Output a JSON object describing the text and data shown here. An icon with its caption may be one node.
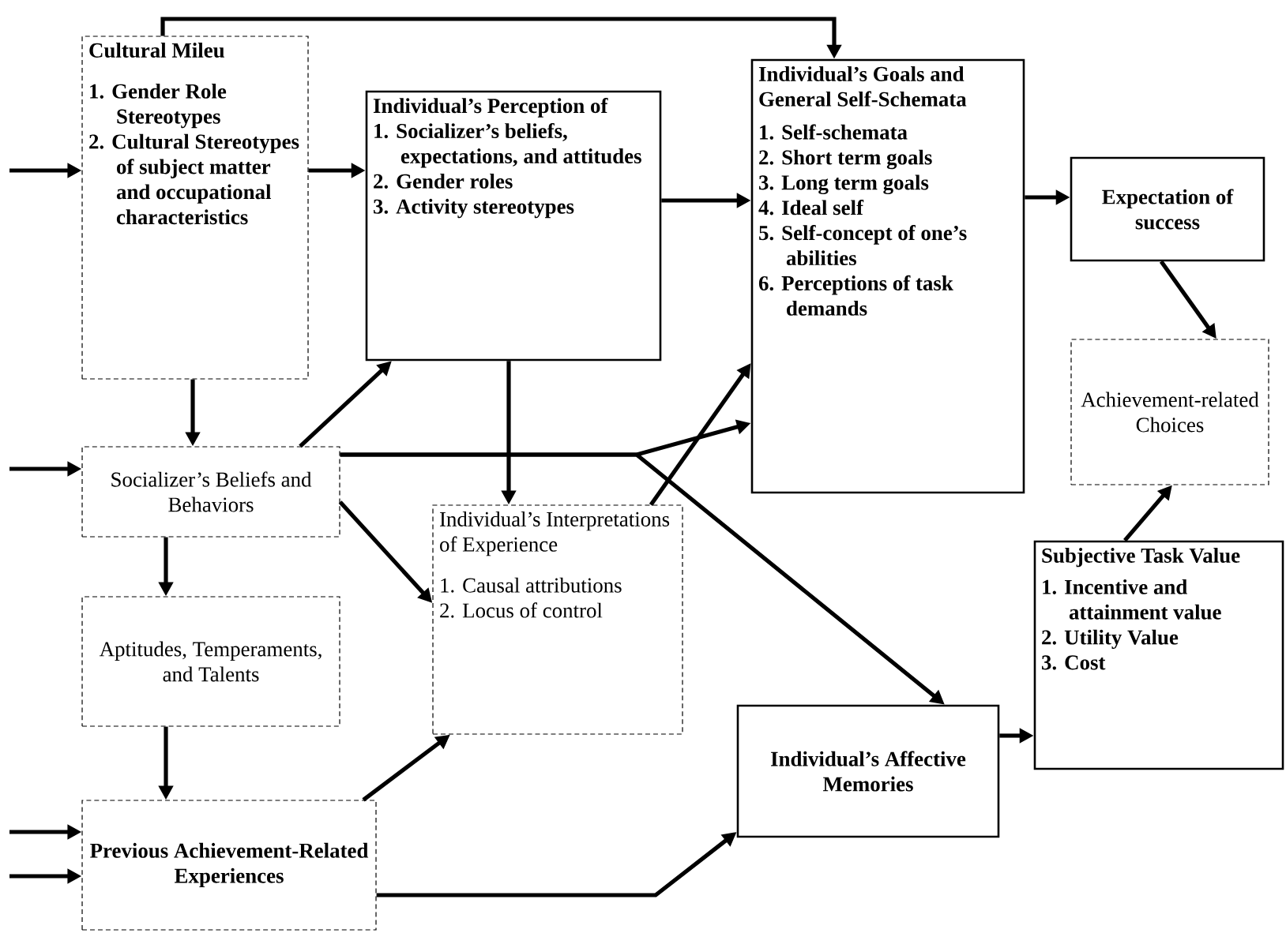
{
  "diagram": {
    "nodes": [
      {
        "text": [
          "Cultural Mileu",
          "1. Gender Role Stereotypes",
          "2. Cultural Stereotypes of subject matter and occupational characteristics"
        ]
      },
      {
        "text": [
          "Individual’s Perception of",
          "1. Socializer’s beliefs, expectations, and attitudes",
          "2. Gender roles",
          "3. Activity stereotypes"
        ]
      },
      {
        "text": [
          "Individual’s Goals and General Self-Schemata",
          "1. Self-schemata",
          "2. Short term goals",
          "3. Long term goals",
          "4. Ideal self",
          "5. Self-concept of one’s abilities",
          "6. Perceptions of task demands"
        ]
      },
      {
        "text": [
          "Expectation of success"
        ]
      },
      {
        "text": [
          "Achievement-related Choices"
        ]
      },
      {
        "text": [
          "Socializer’s Beliefs and Behaviors"
        ]
      },
      {
        "text": [
          "Individual’s Interpretations of Experience",
          "1. Causal attributions",
          "2. Locus of control"
        ]
      },
      {
        "text": [
          "Aptitudes, Temperaments, and Talents"
        ]
      },
      {
        "text": [
          "Previous Achievement-Related Experiences"
        ]
      },
      {
        "text": [
          "Individual’s Affective Memories"
        ]
      },
      {
        "text": [
          "Subjective Task Value",
          "1. Incentive and attainment value",
          "2. Utility Value",
          "3. Cost"
        ]
      }
    ],
    "edges": [
      {
        "from": null,
        "to": 0,
        "arrow": "to"
      },
      {
        "from": 0,
        "to": 1,
        "arrow": "to"
      },
      {
        "from": 0,
        "to": 2,
        "arrow": "to"
      },
      {
        "from": 0,
        "to": 5,
        "arrow": "to"
      },
      {
        "from": null,
        "to": 5,
        "arrow": "to"
      },
      {
        "from": 5,
        "to": 1,
        "arrow": "to"
      },
      {
        "from": 1,
        "to": 2,
        "arrow": "to"
      },
      {
        "from": 1,
        "to": 6,
        "arrow": "to"
      },
      {
        "from": 5,
        "to": 2,
        "arrow": "to"
      },
      {
        "from": 5,
        "to": 9,
        "arrow": "to"
      },
      {
        "from": 6,
        "to": 2,
        "arrow": "to"
      },
      {
        "from": 5,
        "to": 6,
        "arrow": "to"
      },
      {
        "from": 5,
        "to": 7,
        "arrow": "to"
      },
      {
        "from": 7,
        "to": 8,
        "arrow": "to"
      },
      {
        "from": null,
        "to": 8,
        "arrow": "to"
      },
      {
        "from": null,
        "to": 8,
        "arrow": "to"
      },
      {
        "from": 8,
        "to": 6,
        "arrow": "to"
      },
      {
        "from": 8,
        "to": 9,
        "arrow": "to"
      },
      {
        "from": 9,
        "to": 10,
        "arrow": "to"
      },
      {
        "from": 10,
        "to": 4,
        "arrow": "to"
      },
      {
        "from": 2,
        "to": 3,
        "arrow": "to"
      },
      {
        "from": 3,
        "to": 4,
        "arrow": "to"
      }
    ]
  }
}
